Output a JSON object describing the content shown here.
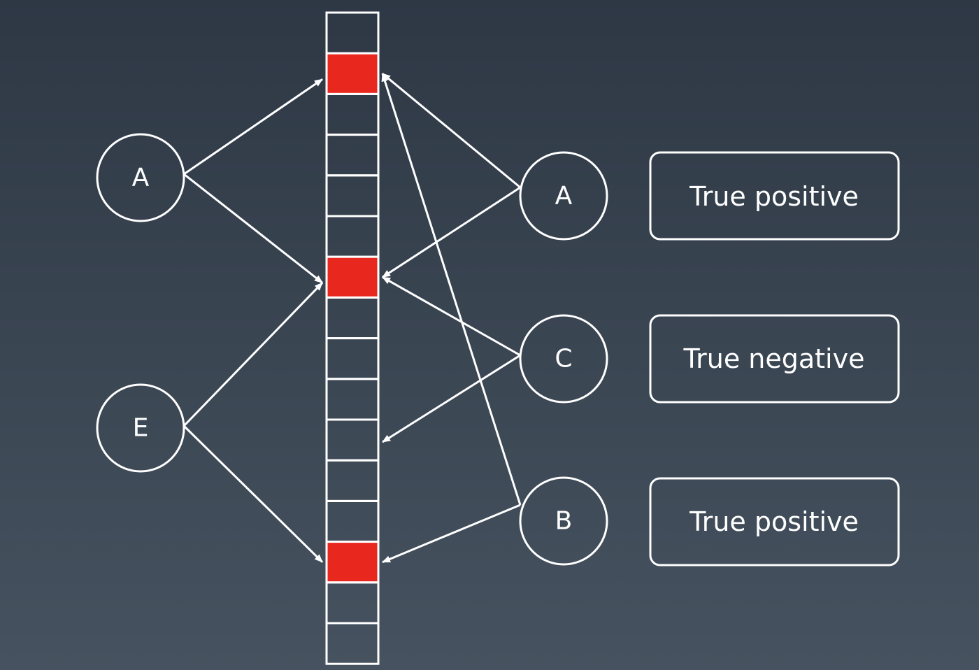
{
  "bit_array": {
    "cell_count": 16,
    "set_bits": [
      1,
      6,
      13
    ],
    "set_color": "#e8271f",
    "empty_color": "transparent",
    "stroke_color": "#ffffff"
  },
  "inserted_items": [
    {
      "label": "A",
      "targets": [
        1,
        6
      ]
    },
    {
      "label": "E",
      "targets": [
        6,
        13
      ]
    }
  ],
  "query_items": [
    {
      "label": "A",
      "targets": [
        1,
        6
      ],
      "result": "True positive"
    },
    {
      "label": "C",
      "targets": [
        6,
        10
      ],
      "result": "True negative"
    },
    {
      "label": "B",
      "targets": [
        13,
        1
      ],
      "result": "True positive"
    }
  ],
  "colors": {
    "background_top": "#2e3845",
    "background_bottom": "#46525f",
    "line": "#ffffff",
    "text": "#ffffff"
  }
}
